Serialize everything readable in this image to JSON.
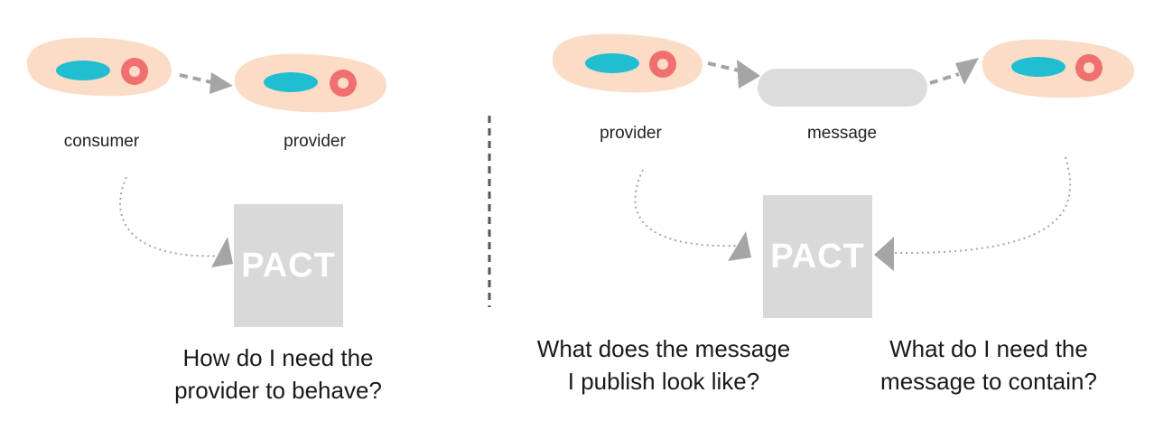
{
  "left": {
    "consumer_label": "consumer",
    "provider_label": "provider",
    "pact_text": "PACT",
    "question_line1": "How do I need the",
    "question_line2": "provider to behave?"
  },
  "right": {
    "provider_label": "provider",
    "message_label": "message",
    "pact_text": "PACT",
    "question_left_line1": "What does the message",
    "question_left_line2": "I publish look like?",
    "question_right_line1": "What do I need the",
    "question_right_line2": "message to contain?"
  },
  "colors": {
    "service_body": "#fbdcc6",
    "service_nucleus": "#21bdd0",
    "service_eye": "#f07070",
    "arrow": "#a5a5a5",
    "pact_box": "#d9d9da",
    "divider": "#555555"
  }
}
